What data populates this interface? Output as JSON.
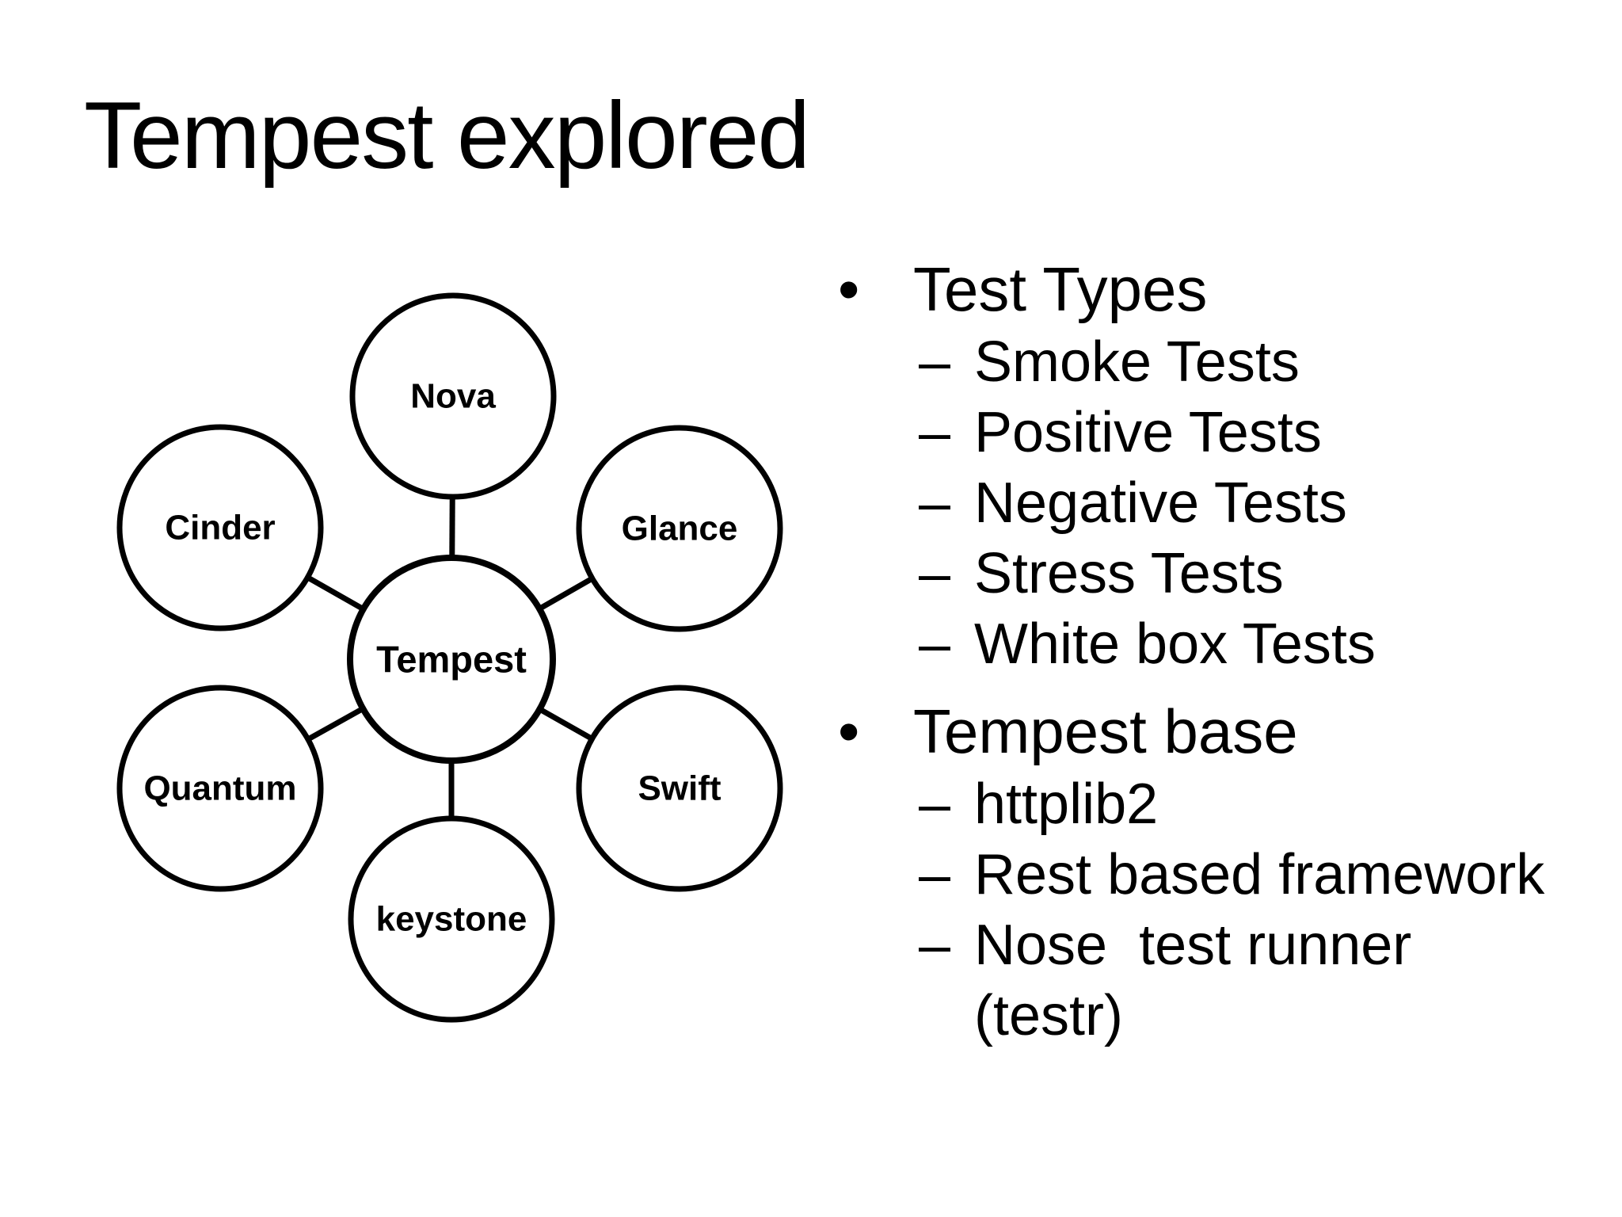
{
  "slide": {
    "title": "Tempest explored",
    "background_color": "#ffffff",
    "text_color": "#000000"
  },
  "diagram": {
    "stroke_color": "#000000",
    "fill_color": "#ffffff",
    "center": {
      "label": "Tempest"
    },
    "nodes": [
      {
        "id": "nova",
        "label": "Nova"
      },
      {
        "id": "glance",
        "label": "Glance"
      },
      {
        "id": "swift",
        "label": "Swift"
      },
      {
        "id": "keystone",
        "label": "keystone"
      },
      {
        "id": "quantum",
        "label": "Quantum"
      },
      {
        "id": "cinder",
        "label": "Cinder"
      }
    ]
  },
  "bullets": [
    {
      "label": "Test Types",
      "sub": [
        "Smoke Tests",
        "Positive Tests",
        "Negative Tests",
        "Stress Tests",
        "White box Tests"
      ]
    },
    {
      "label": "Tempest base",
      "sub": [
        "httplib2",
        "Rest based framework",
        "Nose  test runner (testr)"
      ]
    }
  ]
}
